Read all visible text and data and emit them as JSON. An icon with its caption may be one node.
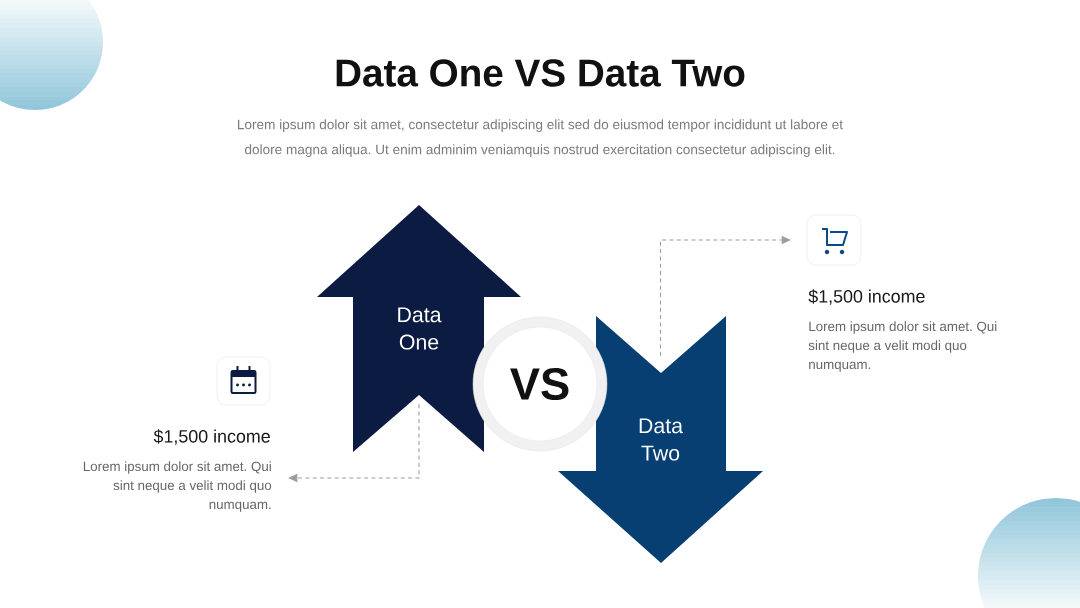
{
  "diagram": {
    "title": "Data One VS Data Two",
    "nodes": [
      {
        "text": [
          "Data One"
        ]
      },
      {
        "text": [
          "VS"
        ]
      },
      {
        "text": [
          "Data Two"
        ]
      },
      {
        "text": [
          "$1,500 income",
          "Lorem ipsum dolor sit amet. Qui sint neque a velit modi quo numquam."
        ]
      },
      {
        "text": [
          "$1,500 income",
          "Lorem ipsum dolor sit amet. Qui sint neque a velit modi quo numquam."
        ]
      }
    ],
    "edges": [
      {
        "from": 0,
        "to": 3,
        "arrow": "to",
        "style": "dashed"
      },
      {
        "from": 2,
        "to": 4,
        "arrow": "to",
        "style": "dashed"
      }
    ],
    "labels": [
      "Lorem ipsum dolor sit amet, consectetur adipiscing elit sed do eiusmod tempor incididunt ut labore et dolore magna aliqua. Ut enim adminim veniamquis nostrud exercitation consectetur adipiscing elit."
    ]
  }
}
